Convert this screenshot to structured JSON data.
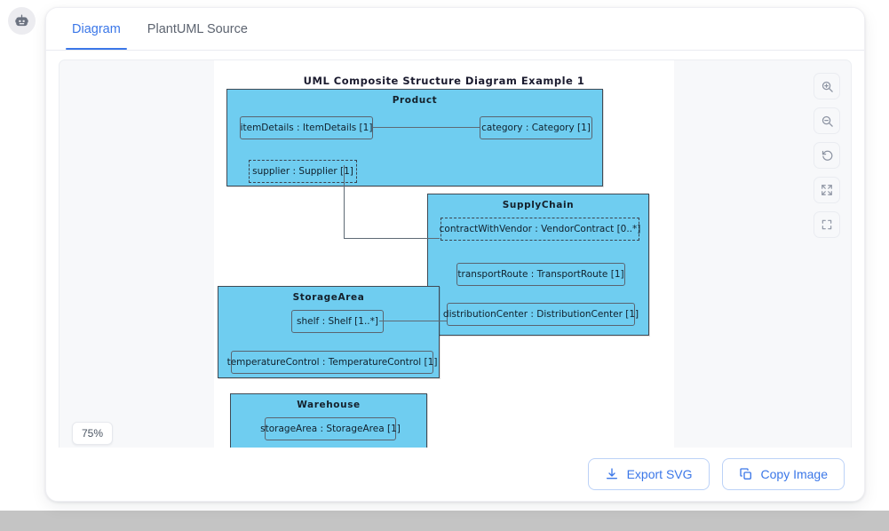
{
  "bot_badge": {
    "icon": "robot-icon"
  },
  "tabs": [
    {
      "label": "Diagram",
      "active": true
    },
    {
      "label": "PlantUML Source",
      "active": false
    }
  ],
  "zoom_toolbar": {
    "buttons": [
      {
        "icon": "zoom-in-icon",
        "name": "zoom-in-button"
      },
      {
        "icon": "zoom-out-icon",
        "name": "zoom-out-button"
      },
      {
        "icon": "reset-rotate-icon",
        "name": "reset-view-button"
      },
      {
        "icon": "expand-arrows-icon",
        "name": "fit-to-screen-button"
      },
      {
        "icon": "frame-corners-icon",
        "name": "fullscreen-button"
      }
    ]
  },
  "zoom_badge": {
    "value": "75%"
  },
  "diagram": {
    "title": "UML Composite Structure Diagram Example 1",
    "box_fill": "#6fcdf0",
    "box_stroke": "#3f4a55",
    "classes": [
      {
        "name": "Product",
        "parts": [
          {
            "label": "itemDetails : ItemDetails [1]",
            "style": "solid"
          },
          {
            "label": "category : Category [1]",
            "style": "solid"
          },
          {
            "label": "supplier : Supplier [1]",
            "style": "dashed"
          }
        ]
      },
      {
        "name": "SupplyChain",
        "parts": [
          {
            "label": "contractWithVendor : VendorContract [0..*]",
            "style": "dashed"
          },
          {
            "label": "transportRoute : TransportRoute [1]",
            "style": "solid"
          },
          {
            "label": "distributionCenter : DistributionCenter [1]",
            "style": "solid"
          }
        ]
      },
      {
        "name": "StorageArea",
        "parts": [
          {
            "label": "shelf : Shelf [1..*]",
            "style": "solid"
          },
          {
            "label": "temperatureControl : TemperatureControl [1]",
            "style": "solid"
          }
        ]
      },
      {
        "name": "Warehouse",
        "parts": [
          {
            "label": "storageArea : StorageArea [1]",
            "style": "solid"
          }
        ]
      }
    ],
    "connectors": [
      {
        "from": "itemDetails : ItemDetails [1]",
        "to": "category : Category [1]"
      },
      {
        "from": "supplier : Supplier [1]",
        "to": "contractWithVendor : VendorContract [0..*]"
      },
      {
        "from": "shelf : Shelf [1..*]",
        "to": "distributionCenter : DistributionCenter [1]"
      }
    ]
  },
  "footer": {
    "export_label": "Export SVG",
    "copy_label": "Copy Image",
    "accent": "#3b77e8"
  }
}
